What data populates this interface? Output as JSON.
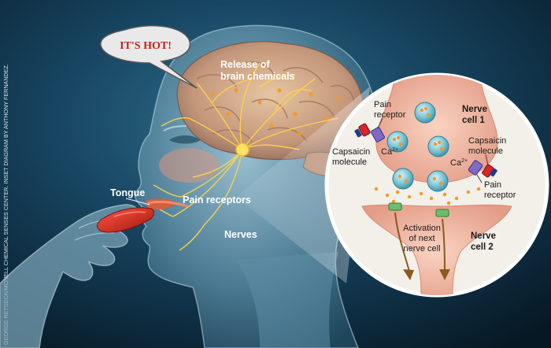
{
  "credit": "GEORGE RETSECK/MONELL CHEMICAL SENSES CENTER. INSET DIAGRAM BY ANTHONY FERNANDEZ.",
  "speech_bubble": "IT'S HOT!",
  "labels": {
    "brain_line1": "Release of",
    "brain_line2": "brain chemicals",
    "tongue": "Tongue",
    "pain_receptors": "Pain receptors",
    "nerves": "Nerves"
  },
  "inset": {
    "pain_receptor_top_line1": "Pain",
    "pain_receptor_top_line2": "receptor",
    "nerve_cell_1_line1": "Nerve",
    "nerve_cell_1_line2": "cell 1",
    "capsaicin_left_line1": "Capsaicin",
    "capsaicin_left_line2": "molecule",
    "calcium_left": "Ca",
    "calcium_right": "Ca",
    "calcium_charge": "2+",
    "capsaicin_right_line1": "Capsaicin",
    "capsaicin_right_line2": "molecule",
    "pain_receptor_right_line1": "Pain",
    "pain_receptor_right_line2": "receptor",
    "activation_line1": "Activation",
    "activation_line2": "of next",
    "activation_line3": "nerve cell",
    "nerve_cell_2_line1": "Nerve",
    "nerve_cell_2_line2": "cell 2"
  },
  "colors": {
    "background_dark": "#0b2233",
    "background_mid": "#1d5570",
    "head": "#6f9fb6",
    "brain": "#c9a37f",
    "nerve": "#ffd34a",
    "pepper": "#d82a1e",
    "inset_bg": "#f3efe9",
    "neuron": "#eeb8a0",
    "vesicle": "#5fb5c7",
    "bubble_text": "#c8201c"
  }
}
